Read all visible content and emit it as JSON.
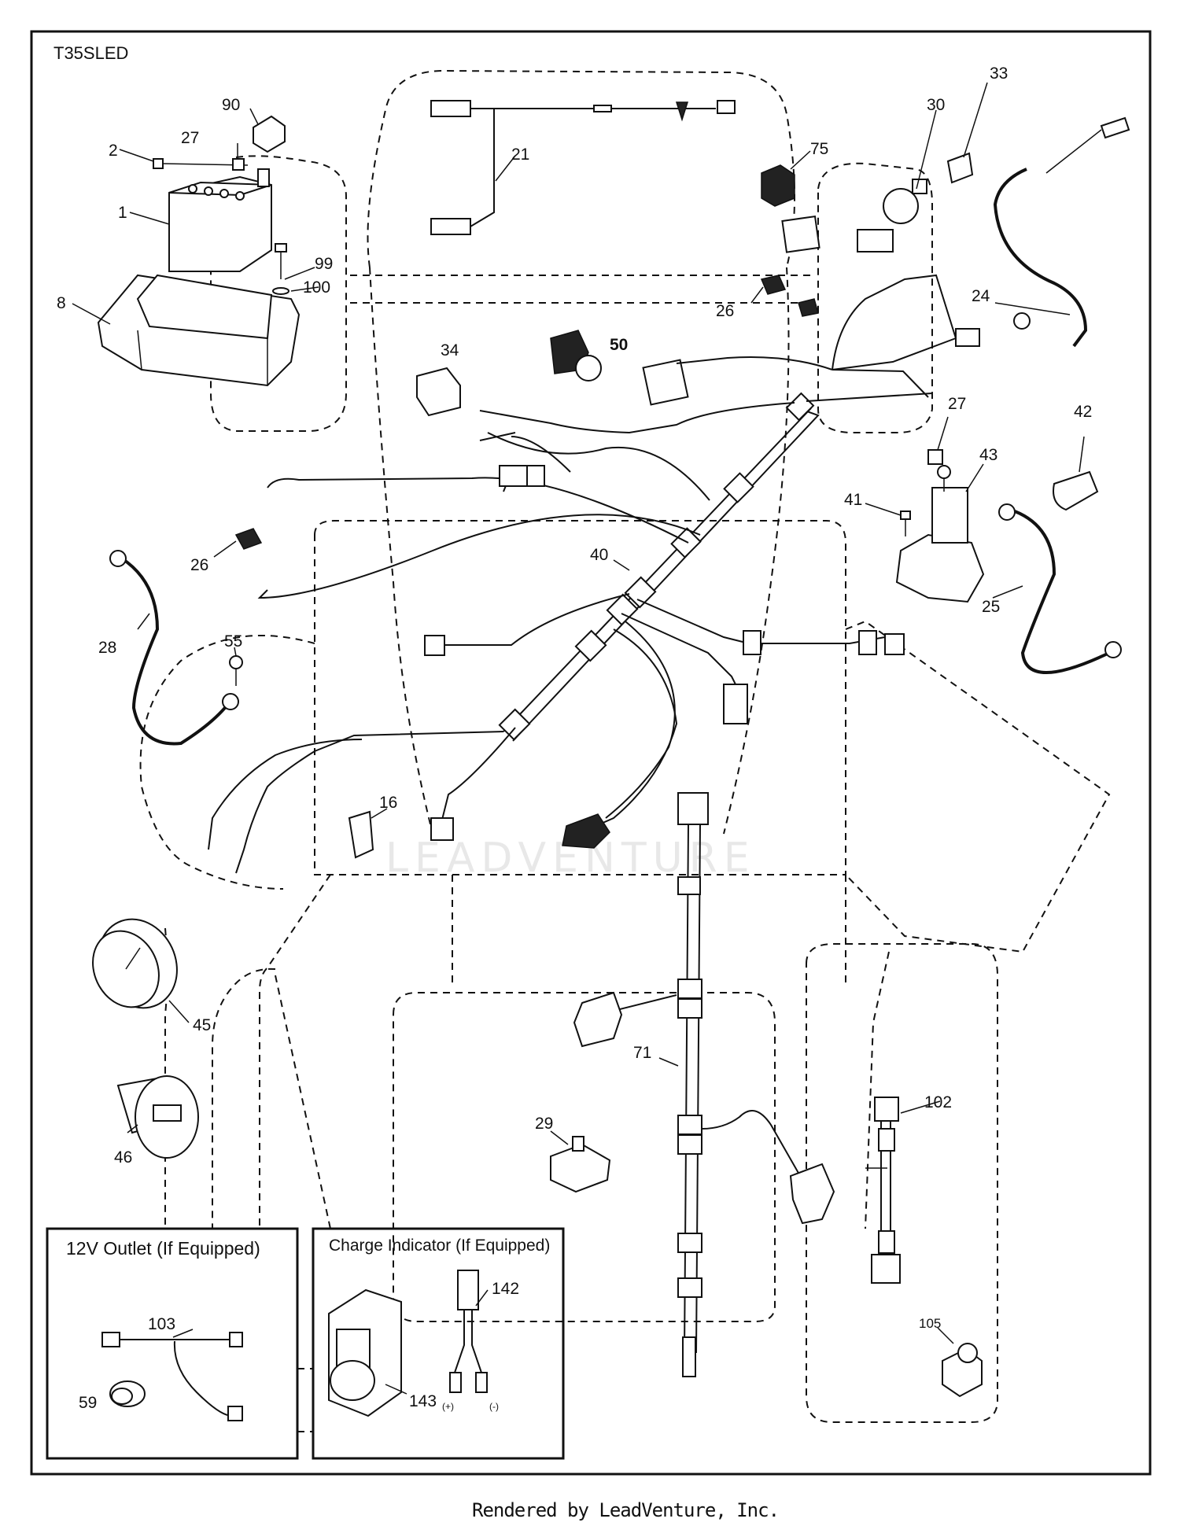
{
  "diagram_code": "T35SLED",
  "footer": "Rendered by LeadVenture, Inc.",
  "watermark": "LEADVENTURE",
  "insets": {
    "outlet": {
      "title": "12V Outlet (If Equipped)"
    },
    "charge": {
      "title": "Charge Indicator (If Equipped)",
      "pos_label": "(+)",
      "neg_label": "(-)"
    }
  },
  "callouts": {
    "c1": "1",
    "c2": "2",
    "c8": "8",
    "c16": "16",
    "c21": "21",
    "c24": "24",
    "c25": "25",
    "c26a": "26",
    "c26b": "26",
    "c27a": "27",
    "c27b": "27",
    "c28": "28",
    "c29": "29",
    "c30": "30",
    "c33": "33",
    "c34": "34",
    "c40": "40",
    "c41": "41",
    "c42": "42",
    "c43": "43",
    "c45": "45",
    "c46": "46",
    "c50": "50",
    "c55": "55",
    "c59": "59",
    "c71": "71",
    "c75": "75",
    "c90": "90",
    "c99": "99",
    "c100": "100",
    "c102": "102",
    "c103": "103",
    "c105": "105",
    "c142": "142",
    "c143": "143"
  }
}
